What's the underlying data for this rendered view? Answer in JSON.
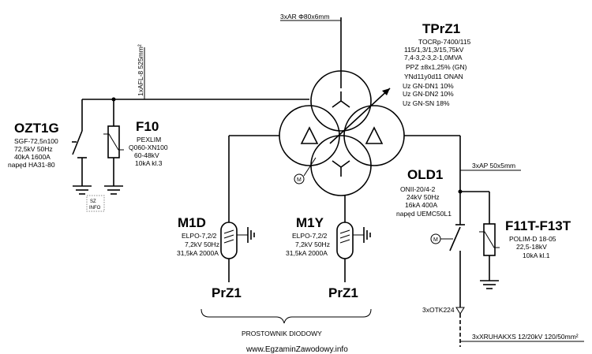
{
  "transformer": {
    "name": "TPrZ1",
    "specs": [
      "TOCRp-7400/115",
      "115/1,3/1,3/15,75kV",
      "7,4-3,2-3,2-1,0MVA",
      "PPZ ±8x1,25% (GN)",
      "YNd11y0d11  ONAN",
      "Uz GN-DN1 10%",
      "Uz GN-DN2 10%",
      "Uz GN-SN 18%"
    ],
    "busbar_label": "3xAR Φ80x6mm",
    "motor_symbol": "M"
  },
  "hv_feeder": {
    "cable_label": "1xAFL-8 525mm²"
  },
  "ozt1g": {
    "name": "OZT1G",
    "specs": [
      "SGF-72,5n100",
      "72,5kV 50Hz",
      "40kA 1600A",
      "napęd HA31-80"
    ],
    "ground_marker": [
      "SZ",
      "INFO"
    ]
  },
  "f10": {
    "name": "F10",
    "specs": [
      "PEXLIM",
      "Q060-XN100",
      "60-48kV",
      "10kA kl.3"
    ]
  },
  "m1d": {
    "name": "M1D",
    "specs": [
      "ELPO-7,2/2",
      "7,2kV 50Hz",
      "31,5kA 2000A"
    ],
    "output": "PrZ1"
  },
  "m1y": {
    "name": "M1Y",
    "specs": [
      "ELPO-7,2/2",
      "7,2kV 50Hz",
      "31,5kA 2000A"
    ],
    "output": "PrZ1"
  },
  "rectifier_label": "PROSTOWNIK DIODOWY",
  "old1": {
    "name": "OLD1",
    "bus_label": "3xAP 50x5mm",
    "specs": [
      "ONII-20/4-2",
      "24kV 50Hz",
      "16kA 400A",
      "napęd UEMC50L1"
    ],
    "motor_symbol": "M",
    "cable_head": "3xOTK224",
    "cable": "3xXRUHAKXS 12/20kV 120/50mm²"
  },
  "f11t": {
    "name": "F11T-F13T",
    "specs": [
      "POLIM-D 18-05",
      "22,5-18kV",
      "10kA kl.1"
    ]
  },
  "watermark": "www.EgzaminZawodowy.info"
}
